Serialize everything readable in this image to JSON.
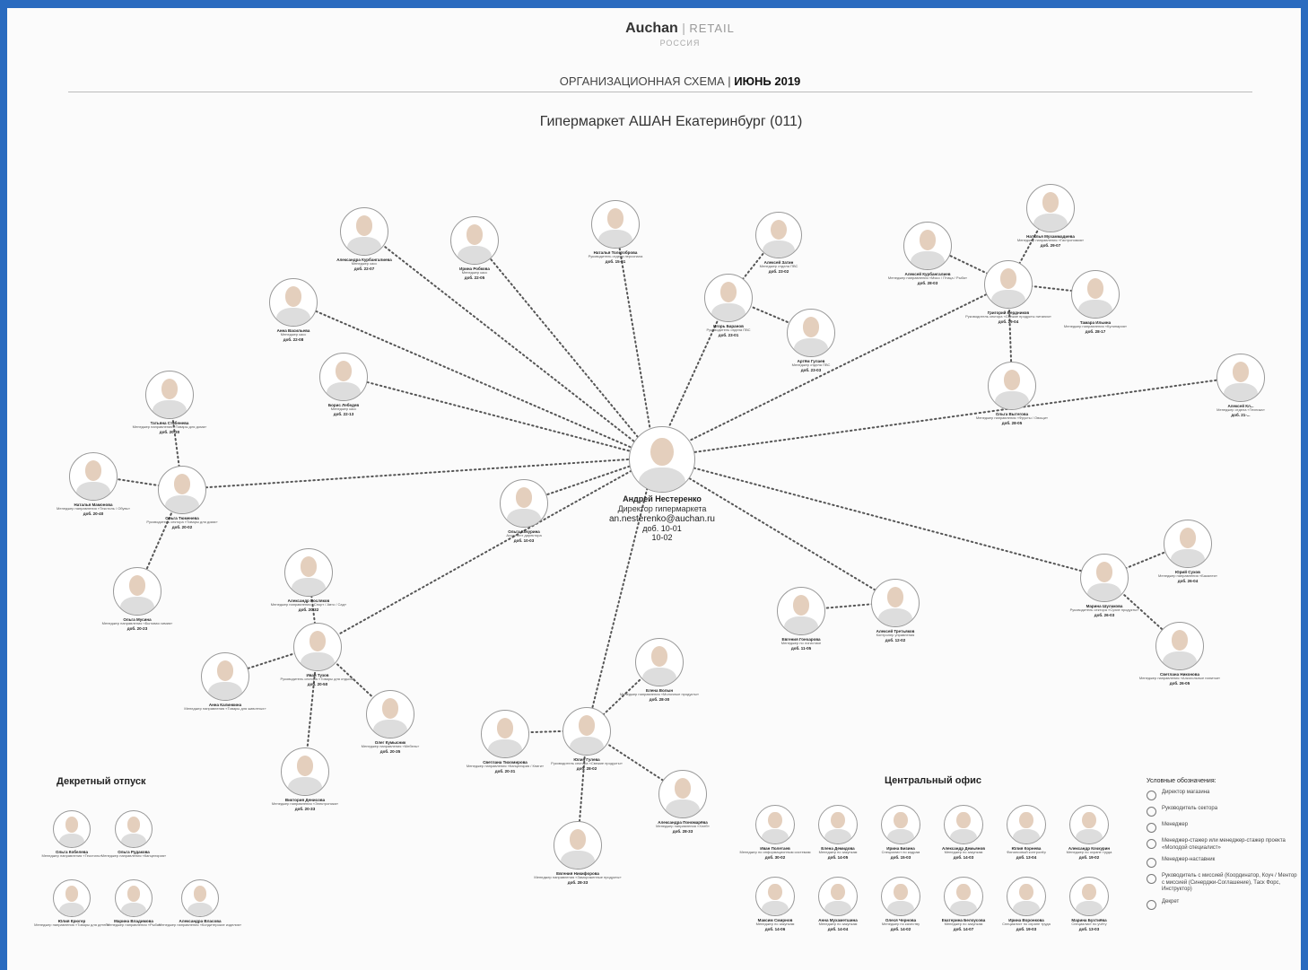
{
  "brand": {
    "name": "Auchan",
    "separator": "|",
    "suffix": "RETAIL",
    "country": "РОССИЯ"
  },
  "heading": {
    "left": "ОРГАНИЗАЦИОННАЯ СХЕМА",
    "separator": "|",
    "right": "ИЮНЬ 2019"
  },
  "subtitle": "Гипермаркет АШАН Екатеринбург (011)",
  "director": {
    "name": "Андрей Нестеренко",
    "role": "Директор гипермаркета",
    "email": "an.nesterenko@auchan.ru",
    "ext1": "доб. 10-01",
    "ext2": "10-02"
  },
  "people": [
    {
      "id": "p1",
      "name": "Александра Курбангалиева",
      "role": "Менеджер касс",
      "ext": "доб. 22-07"
    },
    {
      "id": "p2",
      "name": "Ирина Робкова",
      "role": "Менеджер касс",
      "ext": "доб. 22-05"
    },
    {
      "id": "p3",
      "name": "Наталья Толстоброва",
      "role": "Руководитель отдела персонала",
      "ext": "доб. 15-01"
    },
    {
      "id": "p4",
      "name": "Алексей Затин",
      "role": "Менеджер отдела ПВС",
      "ext": "доб. 23-02"
    },
    {
      "id": "p5",
      "name": "Наталья Мухаммадиева",
      "role": "Менеджер направления «Гастрономия»",
      "ext": "доб. 29-07"
    },
    {
      "id": "p6",
      "name": "Анна Васильева",
      "role": "Менеджер касс",
      "ext": "доб. 22-08"
    },
    {
      "id": "p7",
      "name": "Игорь Баранов",
      "role": "Руководитель отдела ПВС",
      "ext": "доб. 23-01"
    },
    {
      "id": "p8",
      "name": "Алексей Курбангалиев",
      "role": "Менеджер направления «Мясо / Птица / Рыба»",
      "ext": "доб. 28-03"
    },
    {
      "id": "p9",
      "name": "Григорий Бердников",
      "role": "Руководитель сектора «Свежие продукты питания»",
      "ext": "доб. 29-04"
    },
    {
      "id": "p10",
      "name": "Тамара Ильина",
      "role": "Менеджер направления «Кулинария»",
      "ext": "доб. 28-17"
    },
    {
      "id": "p11",
      "name": "Артём Гулаев",
      "role": "Менеджер отдела ПВС",
      "ext": "доб. 23-03"
    },
    {
      "id": "p12",
      "name": "Татьяна Стебенева",
      "role": "Менеджер направления «Товары для дома»",
      "ext": "доб. 20-30"
    },
    {
      "id": "p13",
      "name": "Борис Лебедев",
      "role": "Менеджер касс",
      "ext": "доб. 22-13"
    },
    {
      "id": "p14",
      "name": "Ольга Вытегова",
      "role": "Менеджер направления «Фрукты / Овощи»",
      "ext": "доб. 28-05"
    },
    {
      "id": "p15",
      "name": "Алексей Кл...",
      "role": "Менеджер отдела «Техника»",
      "ext": "доб. 21-..."
    },
    {
      "id": "p16",
      "name": "Наталья Мамонова",
      "role": "Менеджер направления «Текстиль / Обувь»",
      "ext": "доб. 20-40"
    },
    {
      "id": "p17",
      "name": "Ольга Тюменева",
      "role": "Руководитель сектора «Товары для дома»",
      "ext": "доб. 20-02"
    },
    {
      "id": "p18",
      "name": "Ольга Кокурина",
      "role": "Ассистент директора",
      "ext": "доб. 10-03"
    },
    {
      "id": "p19",
      "name": "Юрий Сухов",
      "role": "Менеджер направления «Бакалея»",
      "ext": "доб. 26-04"
    },
    {
      "id": "p20",
      "name": "Ольга Мусина",
      "role": "Менеджер направления «Бытовая химия»",
      "ext": "доб. 20-23"
    },
    {
      "id": "p21",
      "name": "Александр Росляков",
      "role": "Менеджер направления «Спорт / Авто / Сад»",
      "ext": "доб. 20-32"
    },
    {
      "id": "p22",
      "name": "Евгения Гончарова",
      "role": "Менеджер по логистике",
      "ext": "доб. 11-05"
    },
    {
      "id": "p23",
      "name": "Алексей Третьяков",
      "role": "Контролер управления",
      "ext": "доб. 12-02"
    },
    {
      "id": "p24",
      "name": "Марина Шулакова",
      "role": "Руководитель сектора «Сухие продукты»",
      "ext": "доб. 26-03"
    },
    {
      "id": "p25",
      "name": "Анна Калинкина",
      "role": "Менеджер направления «Товары для животных»",
      "ext": ""
    },
    {
      "id": "p26",
      "name": "Иван Тузов",
      "role": "Руководитель сектора «Товары для отдыха»",
      "ext": "доб. 20-50"
    },
    {
      "id": "p27",
      "name": "Елена Волын",
      "role": "Менеджер направления «Молочные продукты»",
      "ext": "доб. 28-30"
    },
    {
      "id": "p28",
      "name": "Светлана Никонова",
      "role": "Менеджер направления «Алкогольные напитки»",
      "ext": "доб. 26-05"
    },
    {
      "id": "p29",
      "name": "Олег Кумысник",
      "role": "Менеджер направления «Мебель»",
      "ext": "доб. 20-35"
    },
    {
      "id": "p30",
      "name": "Светлана Тихомирова",
      "role": "Менеджер направления «Канцелярия / Книги»",
      "ext": "доб. 20-31"
    },
    {
      "id": "p31",
      "name": "Юлия Гулева",
      "role": "Руководитель сектора «Свежие продукты»",
      "ext": "доб. 28-02"
    },
    {
      "id": "p32",
      "name": "Виктория Денисова",
      "role": "Менеджер направления «Электроника»",
      "ext": "доб. 20-33"
    },
    {
      "id": "p33",
      "name": "Александра Пономарёва",
      "role": "Менеджер направления «Хлеб»",
      "ext": "доб. 28-33"
    },
    {
      "id": "p34",
      "name": "Евгения Никифорова",
      "role": "Менеджер направления «Замороженные продукты»",
      "ext": "доб. 28-33"
    }
  ],
  "leave": {
    "title": "Декретный отпуск",
    "people": [
      {
        "name": "Ольга Кобелева",
        "role": "Менеджер направления «Текстиль»"
      },
      {
        "name": "Ольга Рудакова",
        "role": "Менеджер направления «Канцелярия»"
      },
      {
        "name": "Юлия Крюгер",
        "role": "Менеджер направления «Товары для детей»"
      },
      {
        "name": "Марина Владимова",
        "role": "Менеджер направления «Рыба»"
      },
      {
        "name": "Александра Власова",
        "role": "Менеджер направления «Кондитерские изделия»"
      }
    ]
  },
  "central": {
    "title": "Центральный офис",
    "people": [
      {
        "name": "Иван Полетаев",
        "role": "Менеджер по информационным системам",
        "ext": "доб. 30-02"
      },
      {
        "name": "Елена Демидова",
        "role": "Менеджер по закупкам",
        "ext": "доб. 14-05"
      },
      {
        "name": "Ирина Бизина",
        "role": "Специалист по кадрам",
        "ext": "доб. 15-03"
      },
      {
        "name": "Александр Демьянов",
        "role": "Менеджер по закупкам",
        "ext": "доб. 14-03"
      },
      {
        "name": "Юлия Корнева",
        "role": "Финансовый контролёр",
        "ext": "доб. 13-04"
      },
      {
        "name": "Александр Кочкурин",
        "role": "Менеджер по охране труда",
        "ext": "доб. 19-02"
      },
      {
        "name": "Максим Смирнов",
        "role": "Менеджер по закупкам",
        "ext": "доб. 14-06"
      },
      {
        "name": "Анна Мухаметшина",
        "role": "Менеджер по закупкам",
        "ext": "доб. 14-04"
      },
      {
        "name": "Олеся Чернова",
        "role": "Менеджер по качеству",
        "ext": "доб. 14-02"
      },
      {
        "name": "Екатерина Белоусова",
        "role": "Менеджер по закупкам",
        "ext": "доб. 14-07"
      },
      {
        "name": "Ирина Воронкова",
        "role": "Специалист по охране труда",
        "ext": "доб. 19-03"
      },
      {
        "name": "Марина Бухтиёва",
        "role": "Специалист по учёту",
        "ext": "доб. 13-03"
      }
    ]
  },
  "legend": {
    "title": "Условные обозначения:",
    "items": [
      "Директор магазина",
      "Руководитель сектора",
      "Менеджер",
      "Менеджер-стажер или менеджер-стажер проекта «Молодой специалист»",
      "Менеджер-наставник",
      "Руководитель с миссией (Координатор, Коуч / Ментор с миссией (Синерджи-Соглашение), Таск Форс, Инструктор)",
      "Декрет"
    ]
  }
}
